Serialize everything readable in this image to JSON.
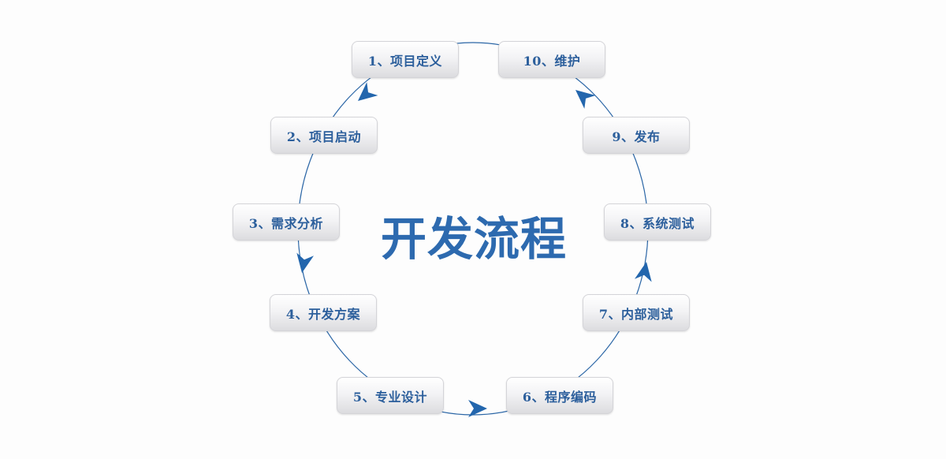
{
  "title": "开发流程",
  "colors": {
    "line": "#2b66a6",
    "arrow": "#2366ad",
    "node_text": "#2c5f9c",
    "title": "#2d6aaf"
  },
  "steps": [
    {
      "label": "1、项目定义"
    },
    {
      "label": "2、项目启动"
    },
    {
      "label": "3、需求分析"
    },
    {
      "label": "4、开发方案"
    },
    {
      "label": "5、专业设计"
    },
    {
      "label": "6、程序编码"
    },
    {
      "label": "7、内部测试"
    },
    {
      "label": "8、系统测试"
    },
    {
      "label": "9、发布"
    },
    {
      "label": "10、维护"
    }
  ],
  "flow_direction": "counter-clockwise from step 1 to step 10"
}
